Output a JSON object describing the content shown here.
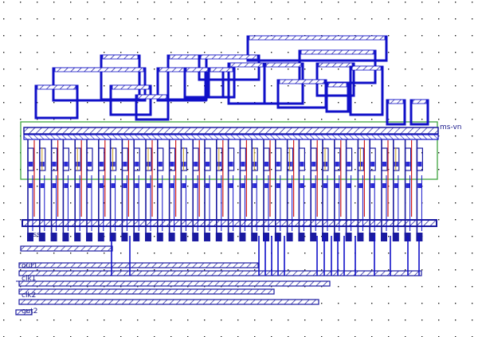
{
  "labels": {
    "power_net": "ms-vn",
    "ground_net": "vss",
    "out1": "out1",
    "clk_in": "clk1",
    "clk2": "clk2",
    "out2": "out2"
  },
  "colors": {
    "background": "#ffffff",
    "grid_dot": "#1b1b1b",
    "metal1": "#1a1aa0",
    "metal2": "#1010c8",
    "poly": "#d21c1c",
    "nwell": "#3fa53f",
    "active": "#2b2bd6",
    "diffusion": "#caa020"
  }
}
